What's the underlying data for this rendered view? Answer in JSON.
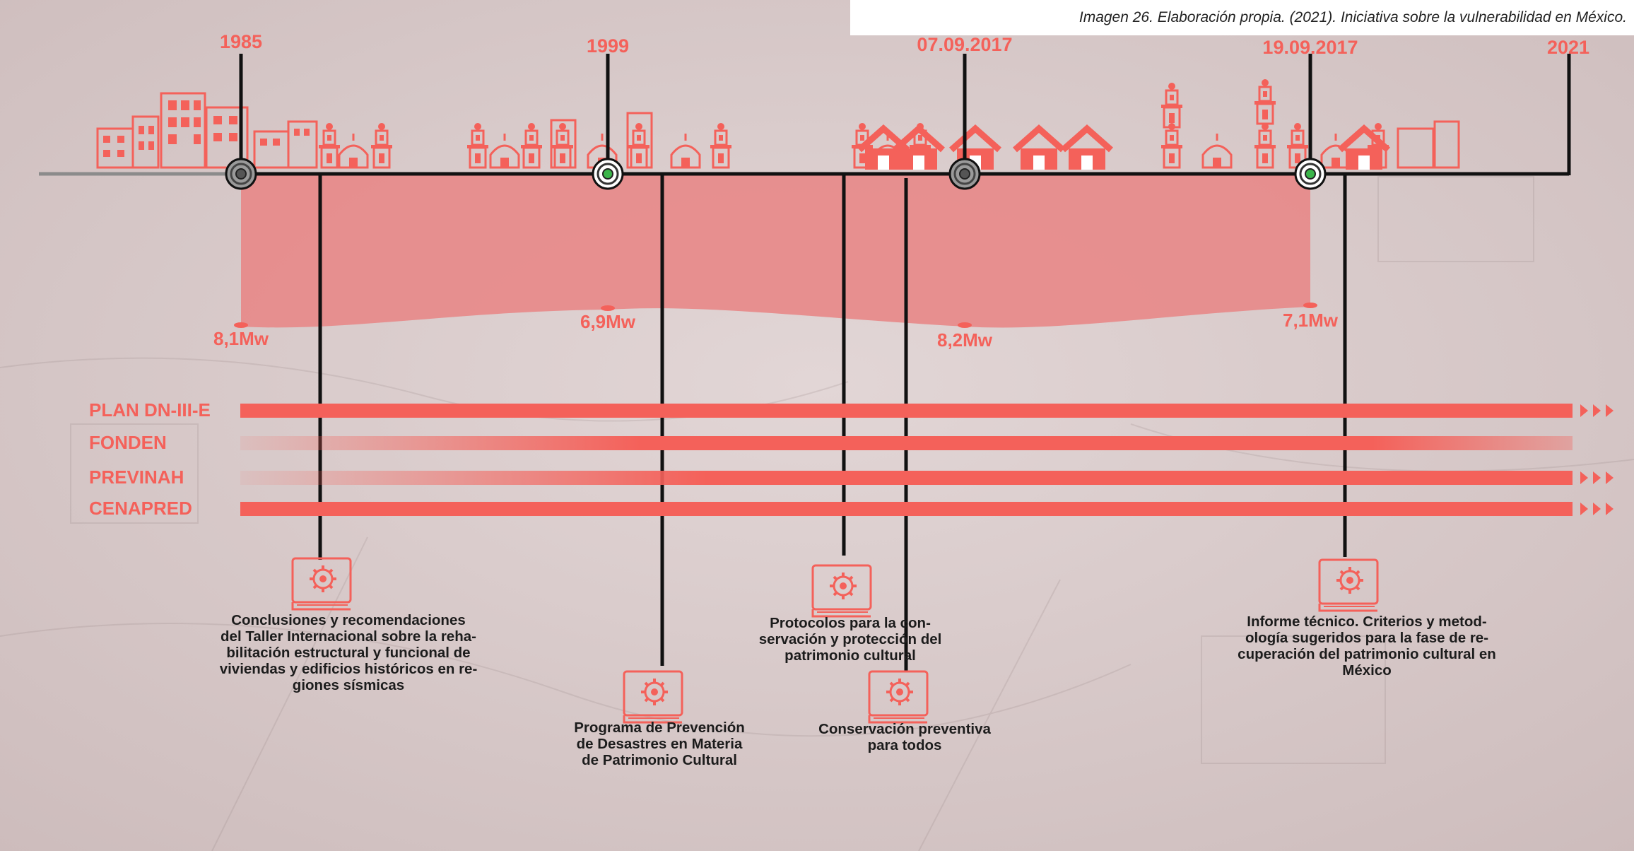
{
  "caption": "Imagen 26. Elaboración propia. (2021). Iniciativa sobre la vulnerabilidad en México.",
  "colors": {
    "accent": "#f4615a",
    "band": "#e78b8b",
    "line": "#111111",
    "background": "#d9c9c9",
    "text": "#1c1c1c"
  },
  "timeline": {
    "events": [
      {
        "date": "1985",
        "magnitude": "8,1Mw"
      },
      {
        "date": "1999",
        "magnitude": "6,9Mw"
      },
      {
        "date": "07.09.2017",
        "magnitude": "8,2Mw"
      },
      {
        "date": "19.09.2017",
        "magnitude": "7,1Mw"
      }
    ],
    "end_date": "2021"
  },
  "programs": [
    {
      "name": "PLAN DN-III-E",
      "style": "solid",
      "continues": true
    },
    {
      "name": "FONDEN",
      "style": "fade-in",
      "continues": false
    },
    {
      "name": "PREVINAH",
      "style": "fade-in",
      "continues": true
    },
    {
      "name": "CENAPRED",
      "style": "solid",
      "continues": true
    }
  ],
  "documents": [
    {
      "icon": "manual-gear-icon",
      "lines": [
        "Conclusiones y recomendaciones",
        "del Taller Internacional sobre la reha-",
        "bilitación estructural y funcional de",
        "viviendas y edificios históricos en re-",
        "giones sísmicas"
      ]
    },
    {
      "icon": "manual-gear-icon",
      "lines": [
        "Programa de Prevención",
        "de Desastres en Materia",
        "de Patrimonio Cultural"
      ]
    },
    {
      "icon": "manual-gear-icon",
      "lines": [
        "Protocolos para la con-",
        "servación y protección del",
        "patrimonio cultural"
      ]
    },
    {
      "icon": "manual-gear-icon",
      "lines": [
        "Conservación preventiva",
        "para todos"
      ]
    },
    {
      "icon": "manual-gear-icon",
      "lines": [
        "Informe técnico. Criterios y metod-",
        "ología sugeridos para la fase de re-",
        "cuperación del patrimonio cultural en",
        "México"
      ]
    }
  ]
}
